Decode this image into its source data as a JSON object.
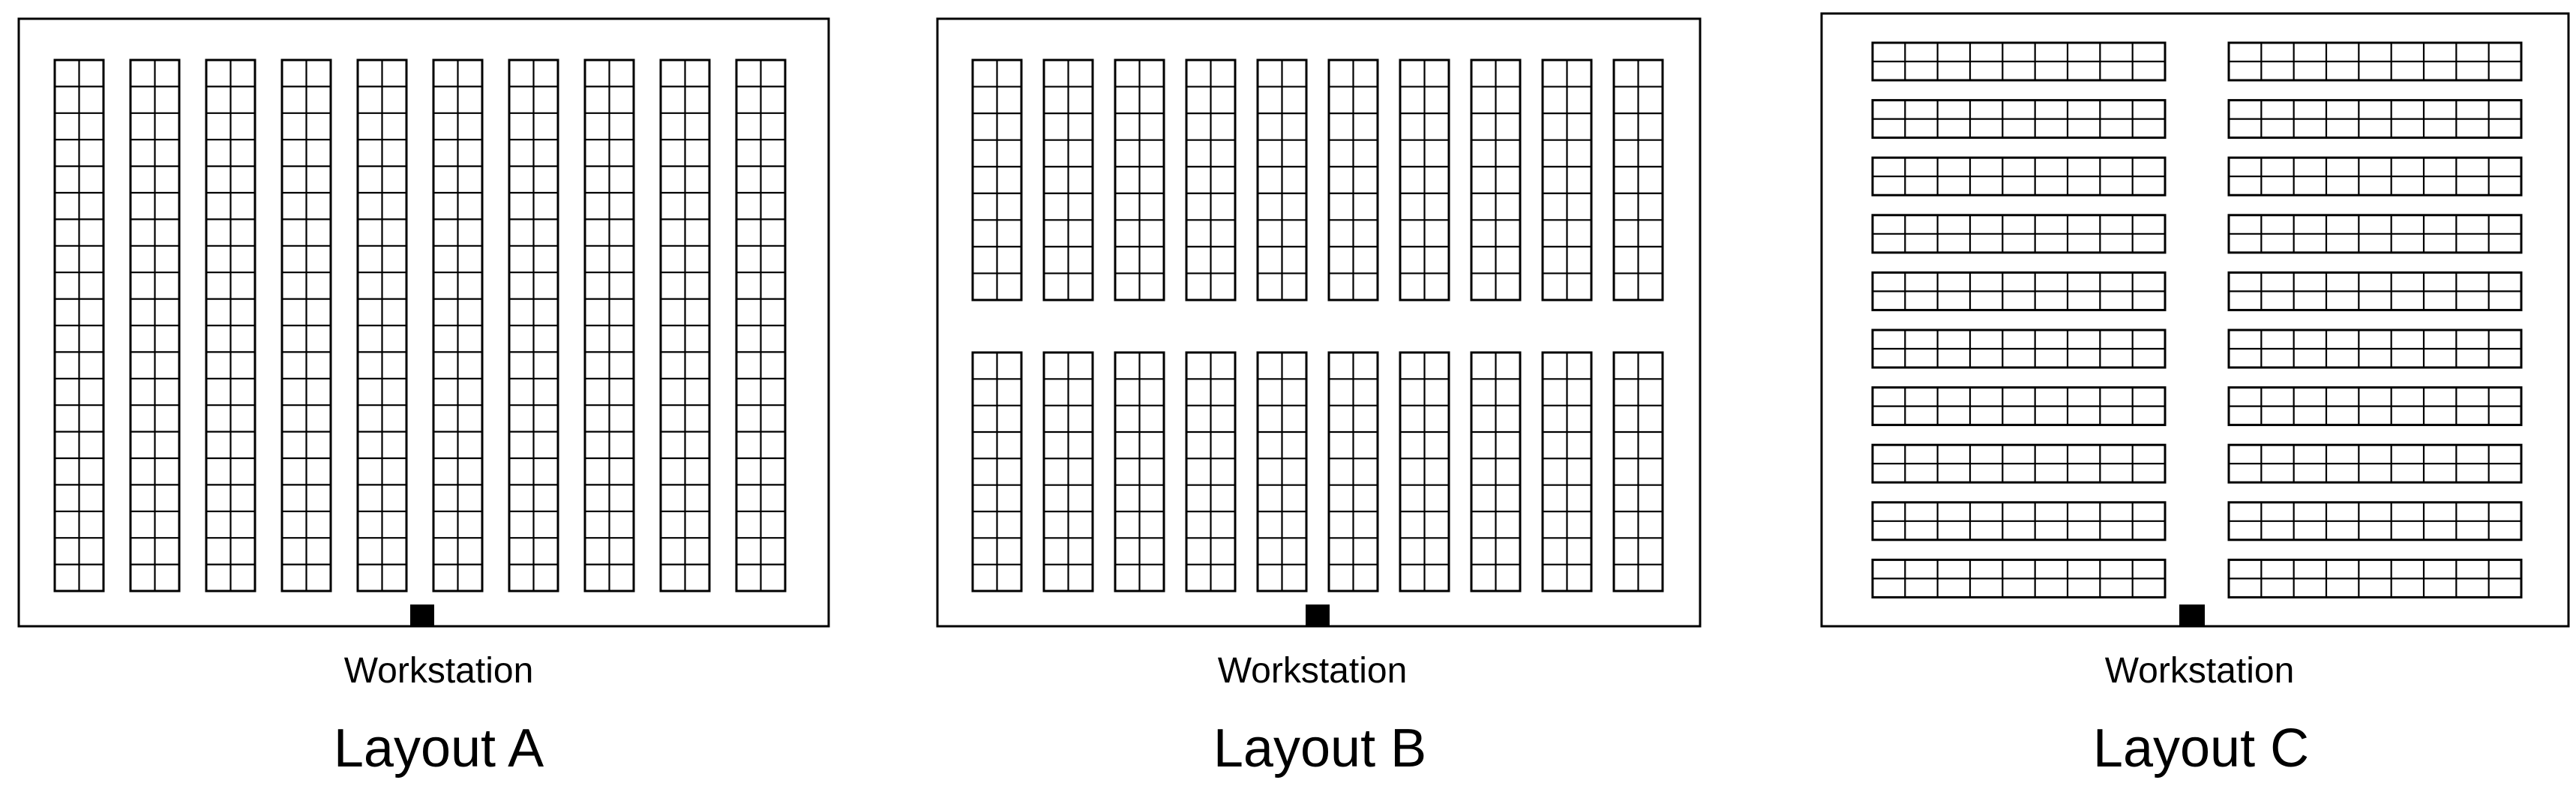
{
  "layouts": [
    {
      "title": "Layout A",
      "workstation_label": "Workstation",
      "orientation": "vertical",
      "rack_groups": 1,
      "racks_per_group": 10,
      "cells_across": 2,
      "cells_along": 20
    },
    {
      "title": "Layout B",
      "workstation_label": "Workstation",
      "orientation": "vertical",
      "rack_groups": 2,
      "racks_per_group": 10,
      "cells_across": 2,
      "cells_along": 9
    },
    {
      "title": "Layout C",
      "workstation_label": "Workstation",
      "orientation": "horizontal",
      "rack_groups": 2,
      "racks_per_group": 10,
      "cells_across": 2,
      "cells_along": 9
    }
  ]
}
